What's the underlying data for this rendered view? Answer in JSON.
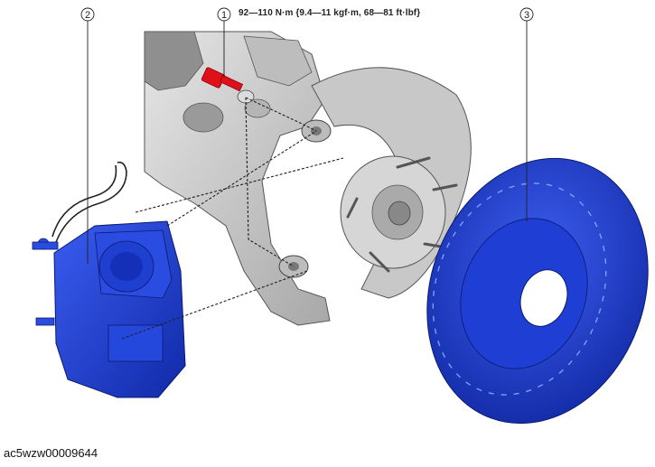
{
  "callouts": [
    {
      "num": "1",
      "text": "92—110 N·m {9.4—11 kgf·m, 68—81 ft·lbf}"
    },
    {
      "num": "2"
    },
    {
      "num": "3"
    }
  ],
  "image_code": "ac5wzw00009644",
  "colors": {
    "part_blue": "#1e3fd0",
    "part_blue_dark": "#0d1f8a",
    "bolt_red": "#e0101a",
    "knuckle_gray": "#cfcfcf",
    "line_dark": "#222222"
  }
}
